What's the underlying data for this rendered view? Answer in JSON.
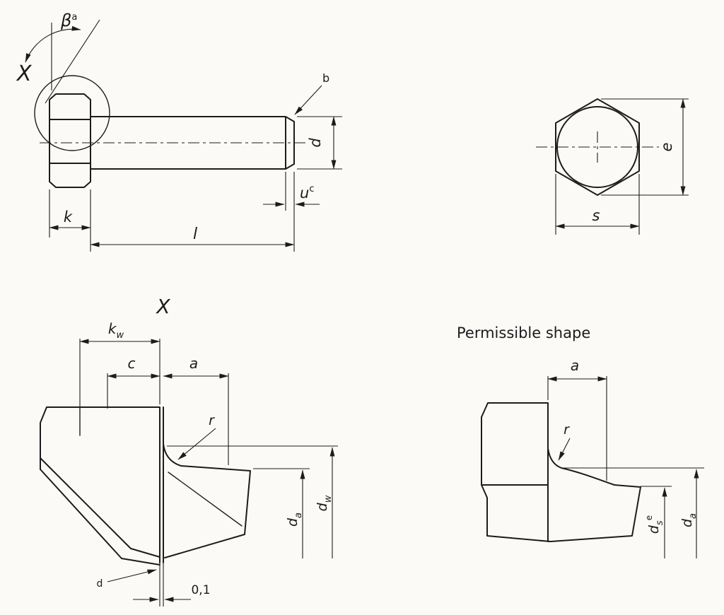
{
  "colors": {
    "ink": "#1c1c1c",
    "paper": "#fbfaf7"
  },
  "side_view": {
    "beta_base": "β",
    "beta_sup": "a",
    "detail_mark": "X",
    "note_b": "b",
    "dim_d": "d",
    "dim_u_base": "u",
    "dim_u_sup": "c",
    "dim_k": "k",
    "dim_l": "l"
  },
  "end_view": {
    "dim_e": "e",
    "dim_s": "s"
  },
  "detail_view": {
    "title": "X",
    "dim_kw_base": "k",
    "dim_kw_sub": "w",
    "dim_c": "c",
    "dim_a": "a",
    "dim_r": "r",
    "dim_da_base": "d",
    "dim_da_sub": "a",
    "dim_dw_base": "d",
    "dim_dw_sub": "w",
    "note_d": "d",
    "dim_offset": "0,1"
  },
  "permissible_view": {
    "title": "Permissible shape",
    "dim_a": "a",
    "dim_r": "r",
    "dim_ds_base": "d",
    "dim_ds_sub": "s",
    "dim_ds_sup": "e",
    "dim_da_base": "d",
    "dim_da_sub": "a"
  }
}
